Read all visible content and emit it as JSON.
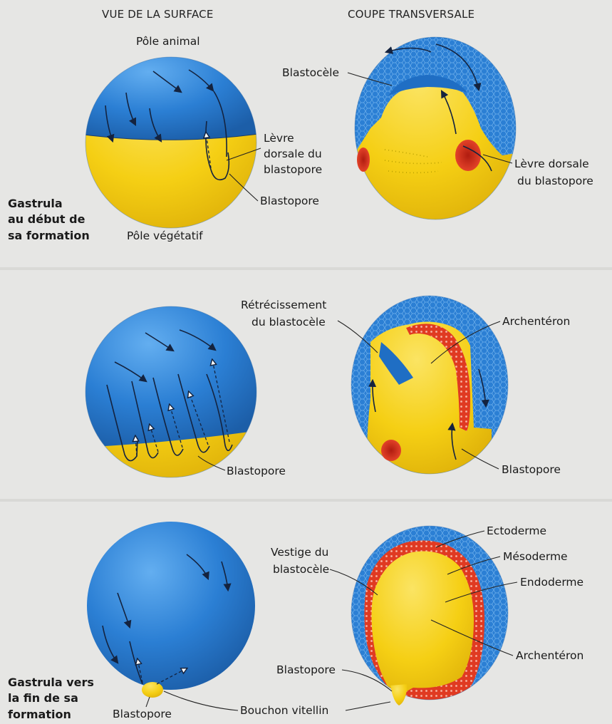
{
  "headers": {
    "surface_view": "VUE DE LA SURFACE",
    "cross_section": "COUPE TRANSVERSALE"
  },
  "stages": {
    "early": {
      "title_line1": "Gastrula",
      "title_line2": "au début de",
      "title_line3": "sa formation"
    },
    "late": {
      "title_line1": "Gastrula vers",
      "title_line2": "la fin de sa",
      "title_line3": "formation"
    }
  },
  "labels": {
    "pole_animal": "Pôle animal",
    "pole_vegetatif": "Pôle végétatif",
    "levre_line1": "Lèvre",
    "levre_line2": "dorsale du",
    "levre_line3": "blastopore",
    "blastopore": "Blastopore",
    "blastocele": "Blastocèle",
    "levre_dorsale_line1": "Lèvre dorsale",
    "levre_dorsale_line2": "du blastopore",
    "retrecissement_line1": "Rétrécissement",
    "retrecissement_line2": "du blastocèle",
    "archenteron": "Archentéron",
    "ectoderme": "Ectoderme",
    "mesoderme": "Mésoderme",
    "endoderme": "Endoderme",
    "vestige_line1": "Vestige du",
    "vestige_line2": "blastocèle",
    "bouchon_vitellin": "Bouchon vitellin"
  },
  "colors": {
    "background": "#e6e6e4",
    "ectoderm_blue": "#2b7fd4",
    "yolk_yellow": "#f7d417",
    "mesoderm_red": "#e03a22",
    "arrow_dark": "#14233f"
  }
}
